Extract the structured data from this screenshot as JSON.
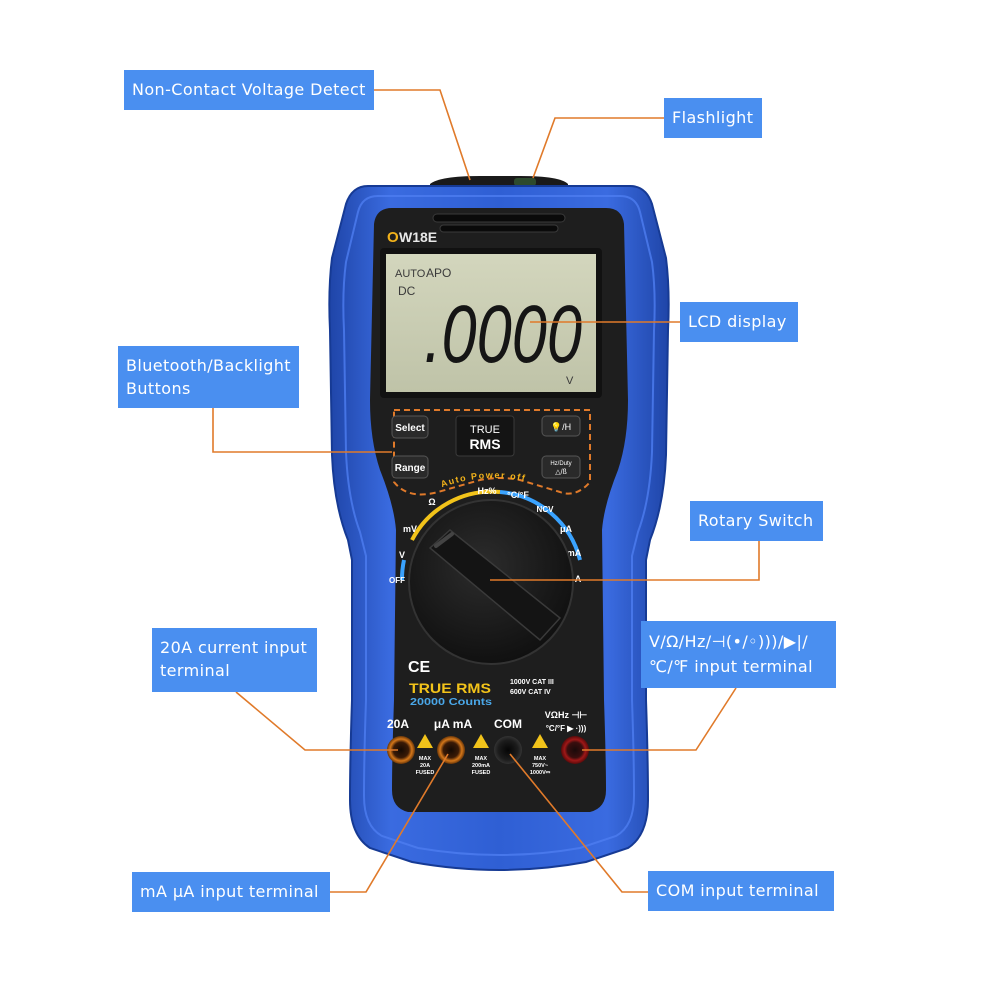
{
  "callouts": {
    "ncv": "Non-Contact Voltage Detect",
    "flashlight": "Flashlight",
    "lcd": "LCD display",
    "bt_line1": "Bluetooth/Backlight",
    "bt_line2": "Buttons",
    "rotary": "Rotary Switch",
    "a20_line1": "20A current input",
    "a20_line2": "terminal",
    "v_line1": "V/Ω/Hz/⊣(•/◦)))/▶|/",
    "v_line2": "℃/℉ input terminal",
    "ma": "mA μA input terminal",
    "com": "COM input terminal"
  },
  "device": {
    "model_o": "O",
    "model_rest": "W18E",
    "lcd_auto": "AUTO",
    "lcd_apo": "APO",
    "lcd_dc": "DC",
    "lcd_reading": ".0000",
    "lcd_unit": "V",
    "btn_select": "Select",
    "btn_range": "Range",
    "btn_backlight": "💡/H",
    "btn_hz": "Hz/Duty",
    "btn_hz_sub": "△/ß",
    "truerms_top": "TRUE",
    "truerms_bottom": "RMS",
    "arc_text": "Auto Power off",
    "dial_hz": "Hz%",
    "dial_temp": "°C/°F",
    "dial_ncv": "NCV",
    "dial_ua": "μA",
    "dial_ma": "mA",
    "dial_a": "A",
    "dial_off": "OFF",
    "dial_v": "V",
    "dial_mv": "mV",
    "dial_ohm": "Ω",
    "ce": "CE",
    "cat_line1": "1000V CAT III",
    "cat_line2": "600V CAT IV",
    "brand_truerms": "TRUE RMS",
    "brand_counts": "20000 Counts",
    "term_20a": "20A",
    "term_uama": "μA mA",
    "term_com": "COM",
    "term_v": "VΩHz ⊣⊢",
    "term_v2": "°C/°F ▶ ·)))",
    "fuse_20a_1": "MAX",
    "fuse_20a_2": "20A",
    "fuse_20a_3": "FUSED",
    "fuse_ma_1": "MAX",
    "fuse_ma_2": "200mA",
    "fuse_ma_3": "FUSED",
    "fuse_v_1": "MAX",
    "fuse_v_2": "750V~",
    "fuse_v_3": "1000V⎓"
  },
  "colors": {
    "callout_bg": "#4a8ff0",
    "leader": "#e07a2a",
    "case_blue": "#2f5fd4",
    "face_black": "#1e1e1e",
    "lcd_bg": "#c9ccb3",
    "brand_yellow": "#f2c31a",
    "brand_blue": "#4aa7e8"
  }
}
